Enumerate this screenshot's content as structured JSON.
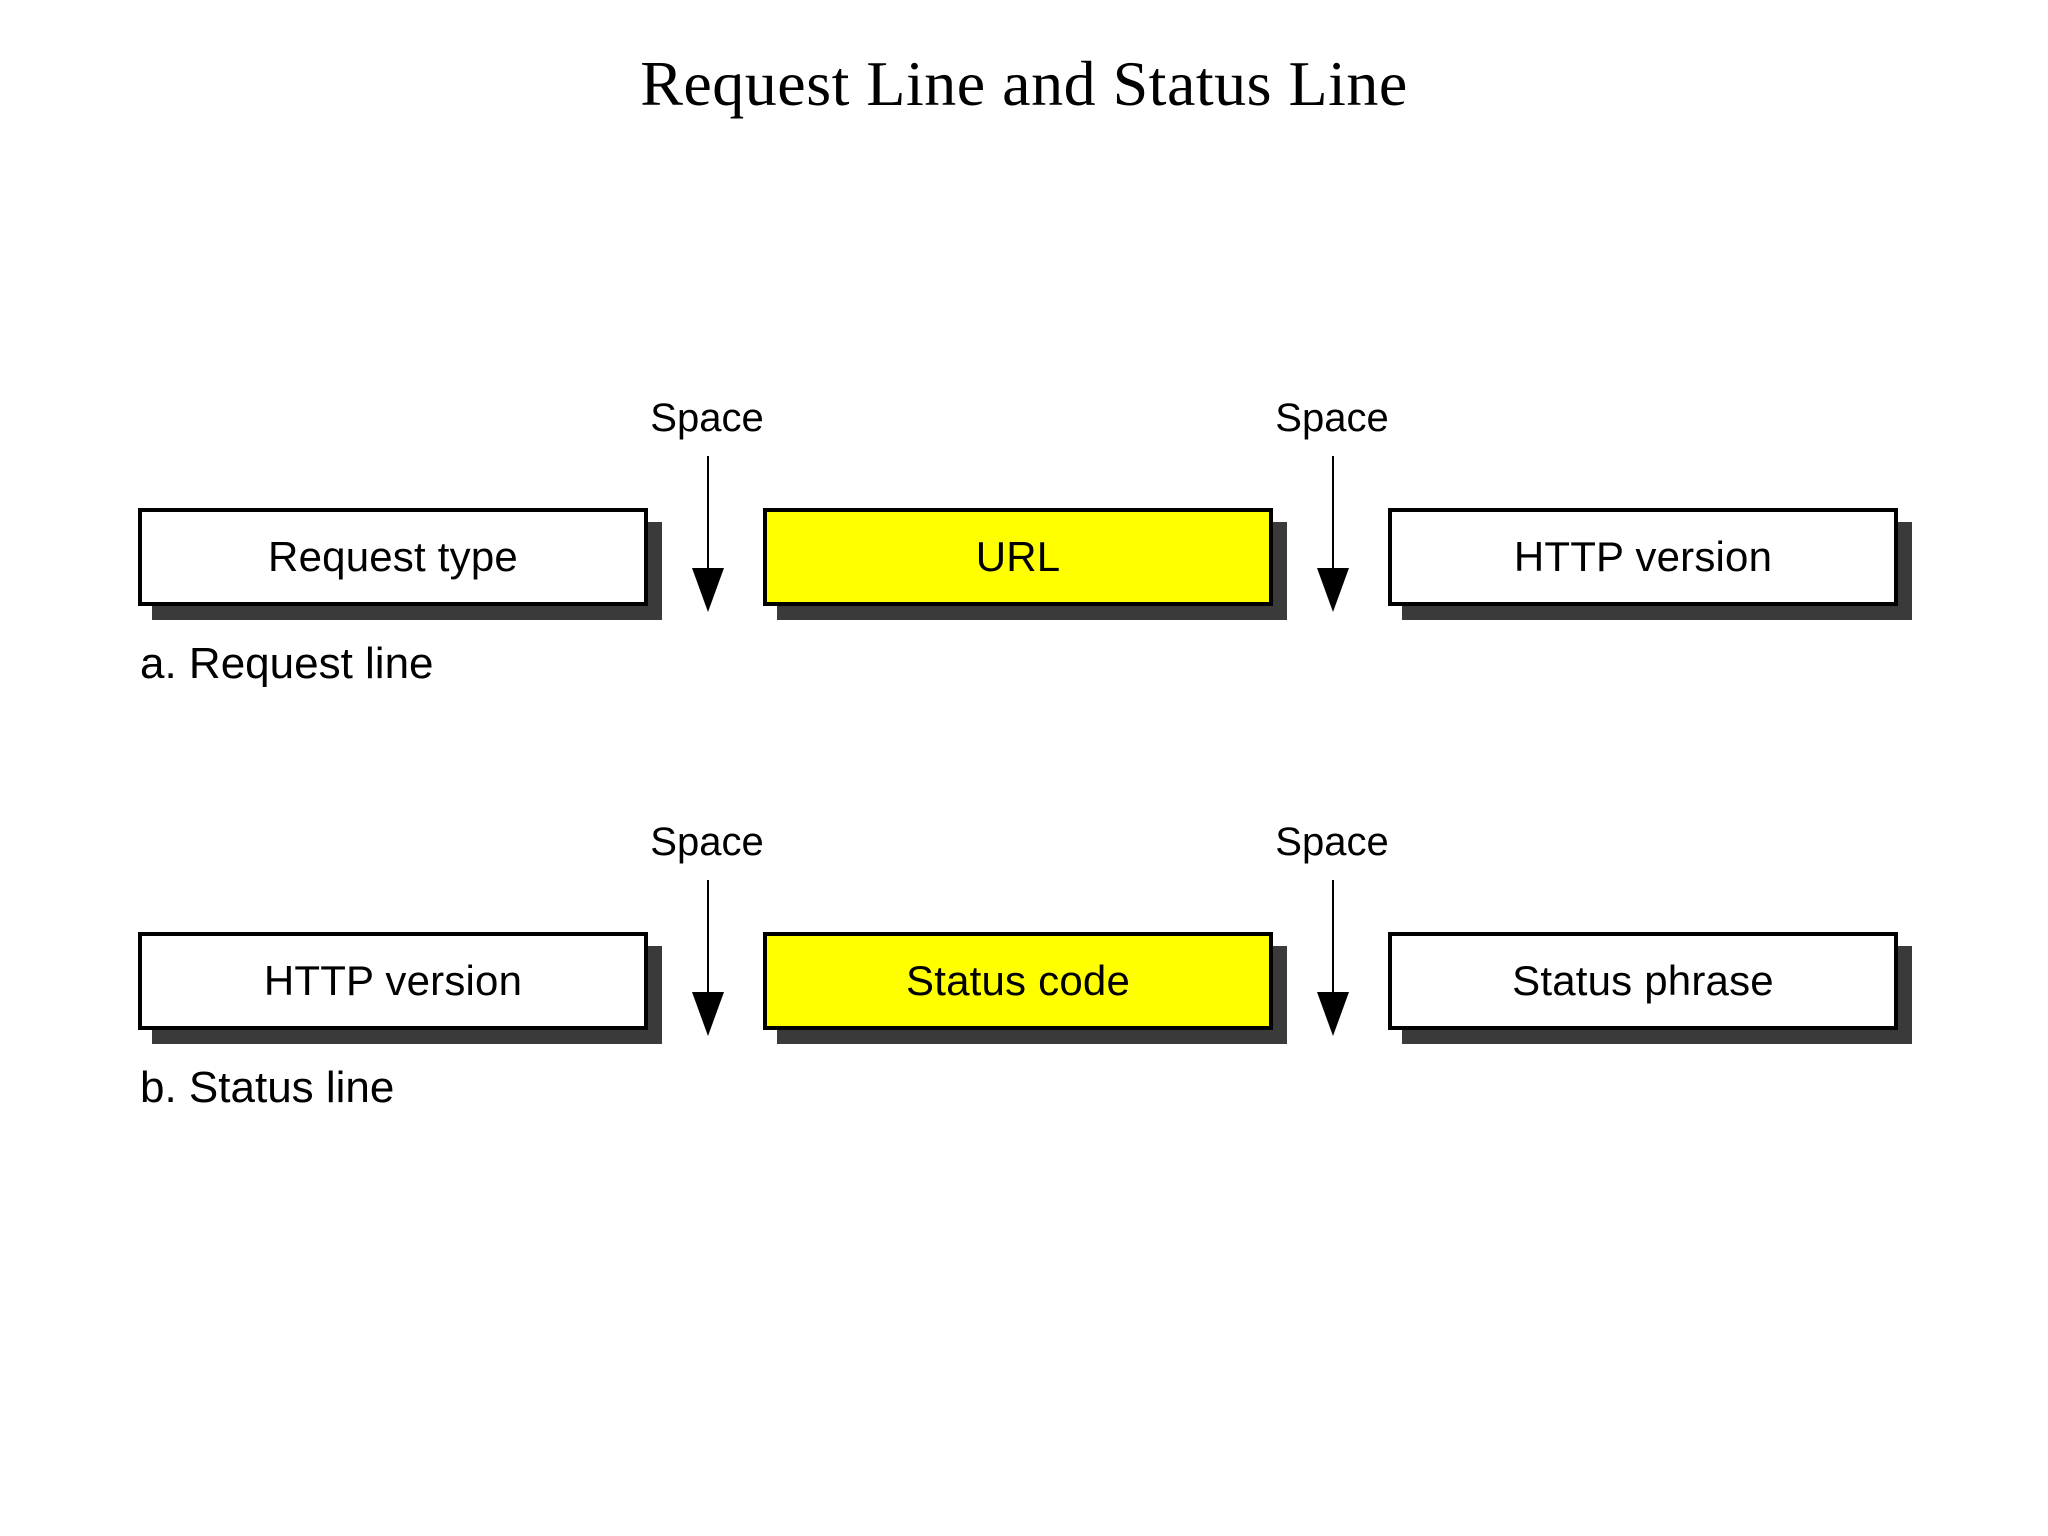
{
  "figure": {
    "title": "Request Line and Status Line",
    "background_color": "#FFFFFF",
    "highlight_color": "#FFFF00",
    "border_color": "#000000",
    "shadow_color": "#3A3A3A"
  },
  "rows": [
    {
      "id": "request-line",
      "caption": "a. Request line",
      "fields": [
        {
          "label": "Request type",
          "highlighted": false
        },
        {
          "label": "URL",
          "highlighted": true
        },
        {
          "label": "HTTP version",
          "highlighted": false
        }
      ],
      "separators": [
        {
          "label": "Space",
          "arrow": "down-arrow-icon"
        },
        {
          "label": "Space",
          "arrow": "down-arrow-icon"
        }
      ]
    },
    {
      "id": "status-line",
      "caption": "b. Status line",
      "fields": [
        {
          "label": "HTTP version",
          "highlighted": false
        },
        {
          "label": "Status code",
          "highlighted": true
        },
        {
          "label": "Status phrase",
          "highlighted": false
        }
      ],
      "separators": [
        {
          "label": "Space",
          "arrow": "down-arrow-icon"
        },
        {
          "label": "Space",
          "arrow": "down-arrow-icon"
        }
      ]
    }
  ]
}
